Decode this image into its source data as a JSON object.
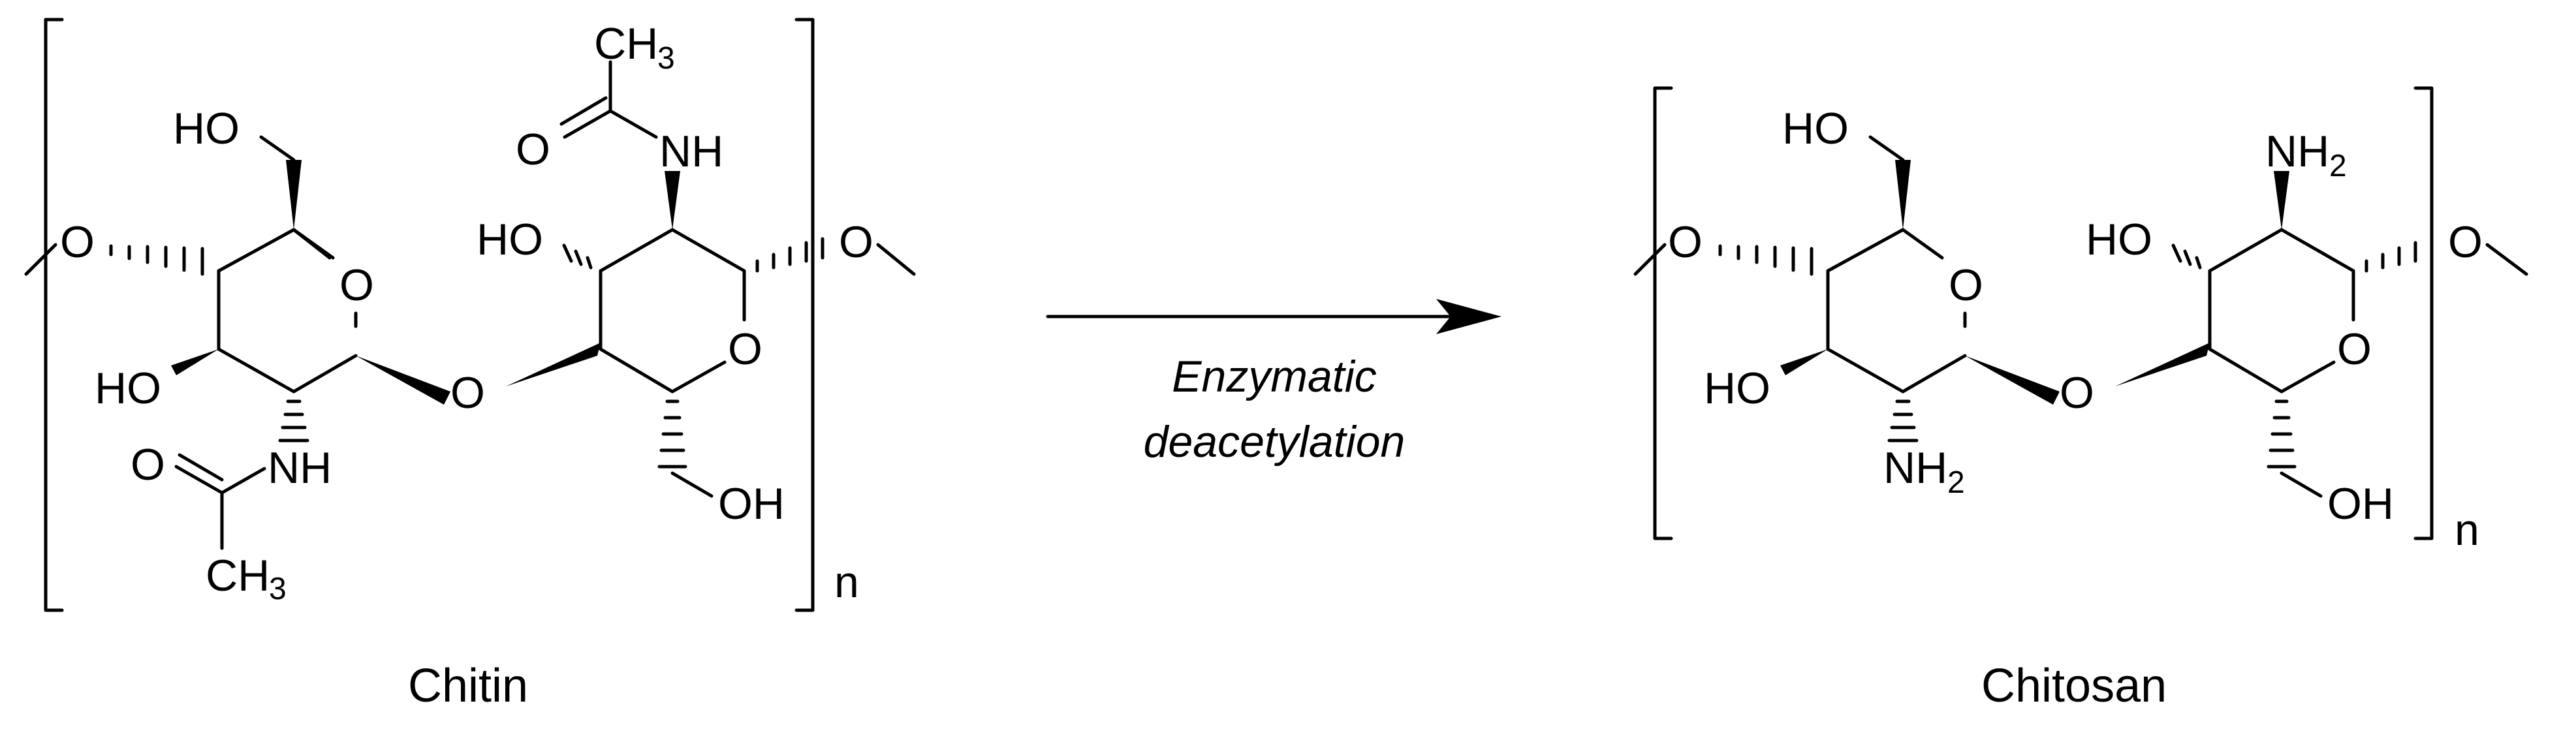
{
  "reaction": {
    "reactant": {
      "name": "Chitin",
      "repeat_subscript": "n",
      "atoms": {
        "ring_oxygen": "O",
        "glycosidic_oxygen": "O",
        "hydroxymethyl_top": "HO",
        "hydroxymethyl_bottom": "OH",
        "ring2_hydroxyl": "HO",
        "ring1_hydroxyl": "HO",
        "amide_nh": "NH",
        "carbonyl_o": "O",
        "methyl_c": "CH",
        "methyl_sub": "3"
      }
    },
    "condition": {
      "line1": "Enzymatic",
      "line2": "deacetylation"
    },
    "product": {
      "name": "Chitosan",
      "repeat_subscript": "n",
      "atoms": {
        "ring_oxygen": "O",
        "glycosidic_oxygen": "O",
        "hydroxymethyl_top": "HO",
        "hydroxymethyl_bottom": "OH",
        "ring2_hydroxyl": "HO",
        "ring1_hydroxyl": "HO",
        "amine_n": "NH",
        "amine_sub": "2"
      }
    }
  }
}
